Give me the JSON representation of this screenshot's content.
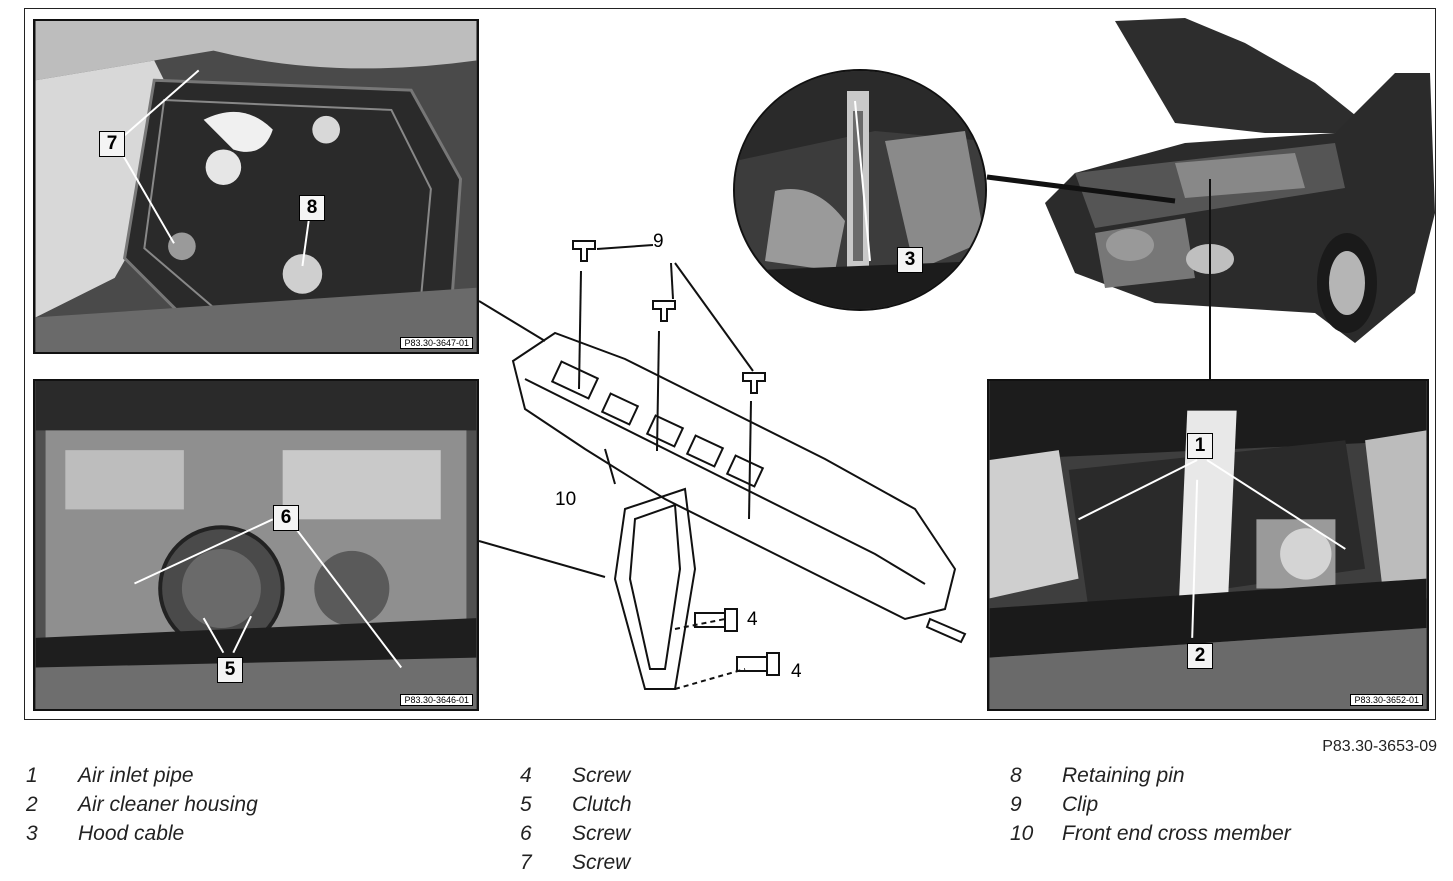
{
  "figure_code": "P83.30-3653-09",
  "photos": {
    "top_left_code": "P83.30-3647-01",
    "bottom_left_code": "P83.30-3646-01",
    "bottom_right_code": "P83.30-3652-01"
  },
  "callouts": {
    "c1": "1",
    "c2": "2",
    "c3": "3",
    "c5": "5",
    "c6": "6",
    "c7": "7",
    "c8": "8",
    "n4a": "4",
    "n4b": "4",
    "n9": "9",
    "n10": "10"
  },
  "legend": {
    "col1": [
      {
        "num": "1",
        "text": "Air inlet pipe"
      },
      {
        "num": "2",
        "text": "Air cleaner housing"
      },
      {
        "num": "3",
        "text": "Hood cable"
      }
    ],
    "col2": [
      {
        "num": "4",
        "text": "Screw"
      },
      {
        "num": "5",
        "text": "Clutch"
      },
      {
        "num": "6",
        "text": "Screw"
      },
      {
        "num": "7",
        "text": "Screw"
      }
    ],
    "col3": [
      {
        "num": "8",
        "text": "Retaining pin"
      },
      {
        "num": "9",
        "text": "Clip"
      },
      {
        "num": "10",
        "text": "Front end cross member"
      }
    ]
  }
}
